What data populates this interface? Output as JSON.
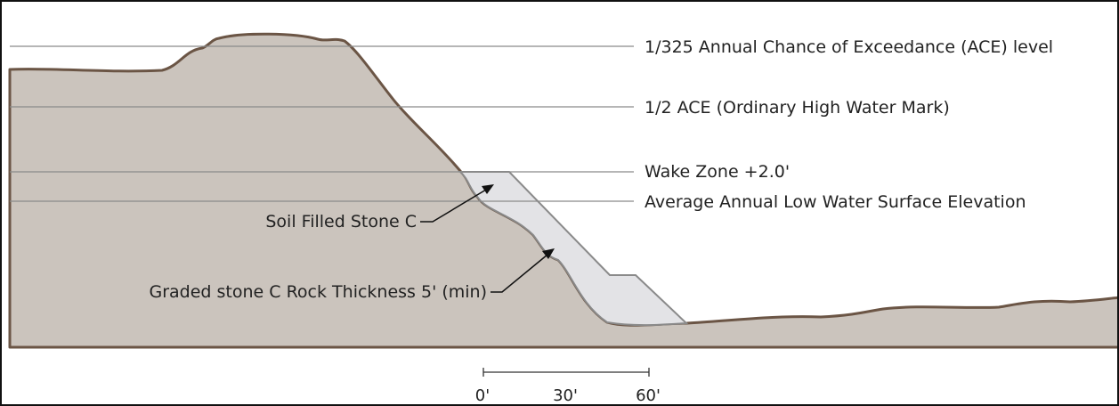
{
  "diagram": {
    "water_levels": {
      "ace_325": "1/325 Annual Chance of Exceedance (ACE) level",
      "ace_half": "1/2 ACE (Ordinary High Water Mark)",
      "wake_zone": "Wake Zone +2.0'",
      "low_water": "Average Annual Low Water Surface Elevation"
    },
    "callouts": {
      "soil_filled_stone": "Soil Filled Stone C",
      "graded_stone": "Graded stone C Rock Thickness 5' (min)"
    },
    "scale_bar": {
      "ticks": [
        "0'",
        "30'",
        "60'"
      ]
    },
    "colors": {
      "ground_fill": "#cbc4bd",
      "ground_outline": "#6b5545",
      "stone_fill": "#e3e3e6",
      "stone_outline": "#8a8a8a",
      "level_line": "#8a8a8a",
      "text": "#222222"
    }
  }
}
